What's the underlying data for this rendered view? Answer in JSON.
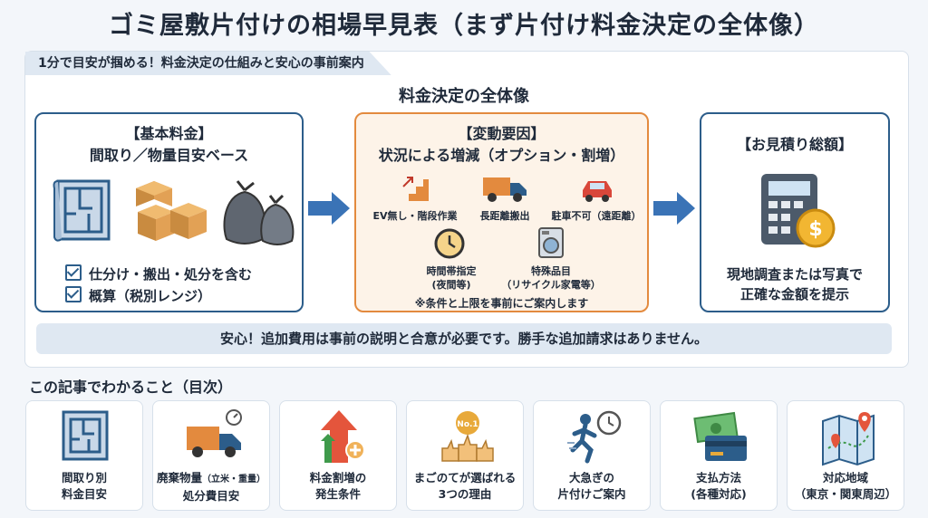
{
  "title": "ゴミ屋敷片付けの相場早見表（まず片付け料金決定の全体像）",
  "subtitle": "1分で目安が掴める！料金決定の仕組みと安心の事前案内",
  "overview_title": "料金決定の全体像",
  "basic": {
    "heading": "【基本料金】",
    "sub": "間取り／物量目安ベース",
    "checks": [
      "仕分け・搬出・処分を含む",
      "概算（税別レンジ）"
    ]
  },
  "variable": {
    "heading": "【変動要因】",
    "sub": "状況による増減（オプション・割増）",
    "items": [
      "EV無し・階段作業",
      "長距離搬出",
      "駐車不可（遠距離）",
      "時間帯指定",
      "(夜間等)",
      "特殊品目",
      "（リサイクル家電等）"
    ],
    "note": "※条件と上限を事前にご案内します"
  },
  "total": {
    "heading": "【お見積り総額】",
    "lines": [
      "現地調査または写真で",
      "正確な金額を提示"
    ]
  },
  "banner": "安心！追加費用は事前の説明と合意が必要です。勝手な追加請求はありません。",
  "toc_title": "この記事でわかること（目次）",
  "cards": [
    {
      "l1": "間取り別",
      "l2": "料金目安",
      "icon": "floorplan-icon"
    },
    {
      "l1": "廃棄物量",
      "l1s": "（立米・重量）",
      "l2": "処分費目安",
      "icon": "truck-icon"
    },
    {
      "l1": "料金割増の",
      "l2": "発生条件",
      "icon": "arrow-up-icon"
    },
    {
      "l1": "まごのてが選ばれる",
      "l2": "3つの理由",
      "icon": "thumbs-up-icon",
      "badge": "No.1"
    },
    {
      "l1": "大急ぎの",
      "l2": "片付けご案内",
      "icon": "running-clock-icon"
    },
    {
      "l1": "支払方法",
      "l2": "(各種対応)",
      "icon": "payment-icon"
    },
    {
      "l1": "対応地域",
      "l2": "（東京・関東周辺）",
      "icon": "map-icon"
    }
  ],
  "colors": {
    "navy": "#2c5d8a",
    "orange": "#e38a3e",
    "blue": "#3a73b6",
    "lightblue": "#dfe8f2"
  }
}
